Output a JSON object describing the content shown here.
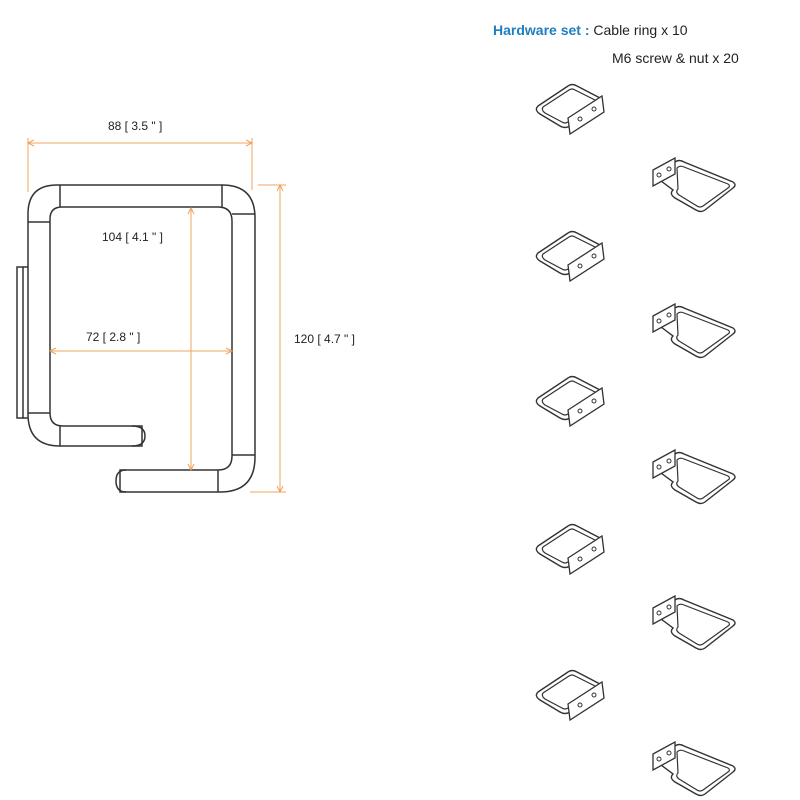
{
  "dimensions": {
    "width": "88  [ 3.5 \" ]",
    "inner_height": "104  [ 4.1 \" ]",
    "inner_width": "72  [ 2.8 \" ]",
    "height": "120  [ 4.7 \" ]"
  },
  "hardware": {
    "title": "Hardware set",
    "separator": " : ",
    "items": [
      "Cable ring  x 10",
      "M6 screw & nut  x 20"
    ]
  },
  "colors": {
    "dimension_line": "#f0a35e",
    "outline": "#333333",
    "title": "#1d7fbf"
  },
  "ring_count": 10
}
